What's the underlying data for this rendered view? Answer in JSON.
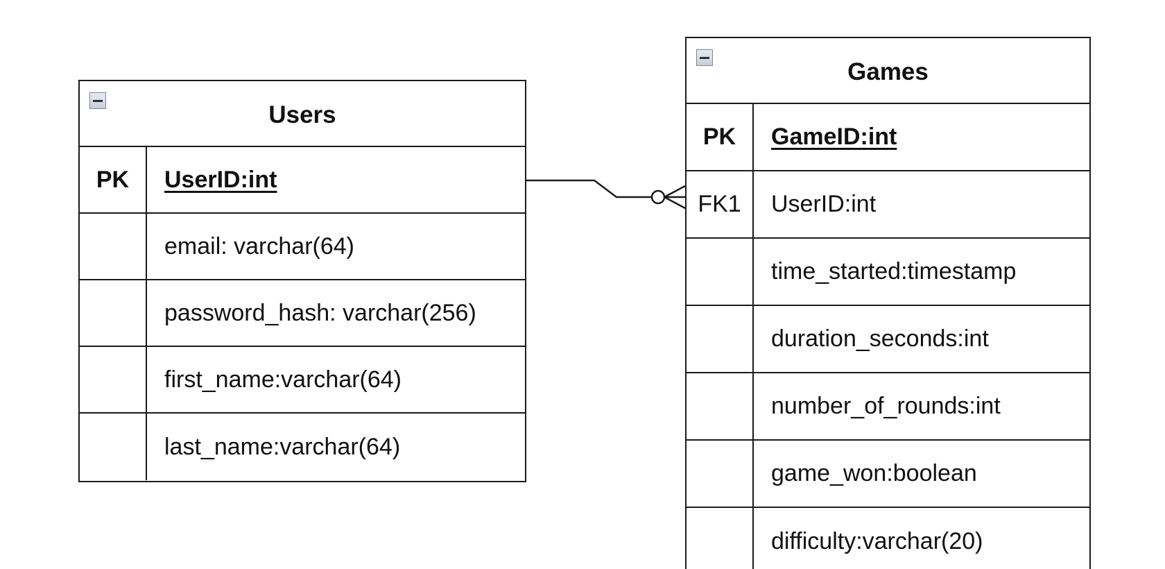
{
  "entities": {
    "users": {
      "title": "Users",
      "rows": [
        {
          "key": "PK",
          "field": "UserID:int"
        },
        {
          "key": "",
          "field": "email: varchar(64)"
        },
        {
          "key": "",
          "field": "password_hash: varchar(256)"
        },
        {
          "key": "",
          "field": "first_name:varchar(64)"
        },
        {
          "key": "",
          "field": "last_name:varchar(64)"
        }
      ]
    },
    "games": {
      "title": "Games",
      "rows": [
        {
          "key": "PK",
          "field": "GameID:int"
        },
        {
          "key": "FK1",
          "field": "UserID:int"
        },
        {
          "key": "",
          "field": "time_started:timestamp"
        },
        {
          "key": "",
          "field": "duration_seconds:int"
        },
        {
          "key": "",
          "field": "number_of_rounds:int"
        },
        {
          "key": "",
          "field": "game_won:boolean"
        },
        {
          "key": "",
          "field": "difficulty:varchar(20)"
        }
      ]
    }
  },
  "relationship": {
    "from": "Users.UserID",
    "to": "Games.UserID",
    "notation": "one-to-zero-or-many"
  },
  "icons": {
    "collapse": "minus-box-icon"
  },
  "colors": {
    "line": "#1a1a1a",
    "background": "#ffffff"
  }
}
